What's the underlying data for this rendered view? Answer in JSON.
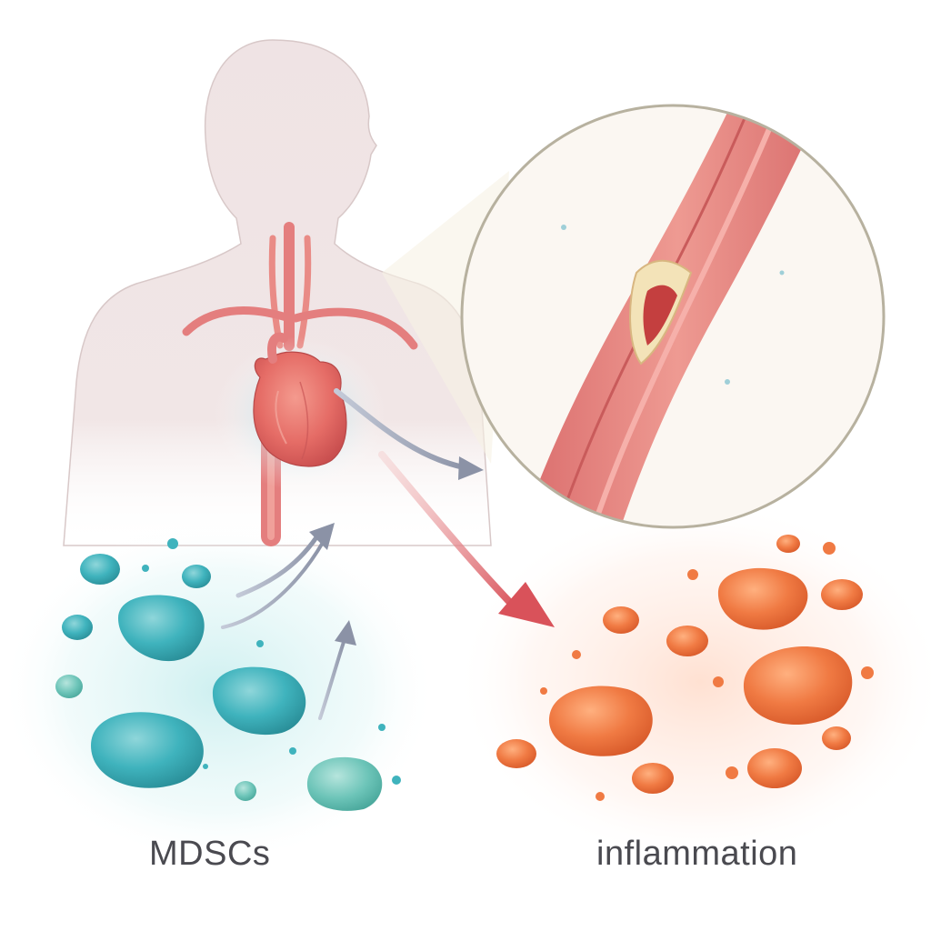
{
  "labels": {
    "mdsc": "MDSCs",
    "inflammation": "inflammation"
  },
  "colors": {
    "silhouette": "#eee2e2",
    "artery": "#e47e7e",
    "heart": "#e56c66",
    "mdsc_cells": "#3fb3bd",
    "inflammatory_cells": "#f07a43",
    "mdsc_arrow": "#8b92a6",
    "inflammation_arrow": "#d9525a",
    "plaque": "#f3e3b8",
    "lens_border": "#b7b19f"
  },
  "icons": {
    "body": "human-torso-silhouette",
    "heart": "heart",
    "lens": "artery-plaque-magnifier"
  }
}
